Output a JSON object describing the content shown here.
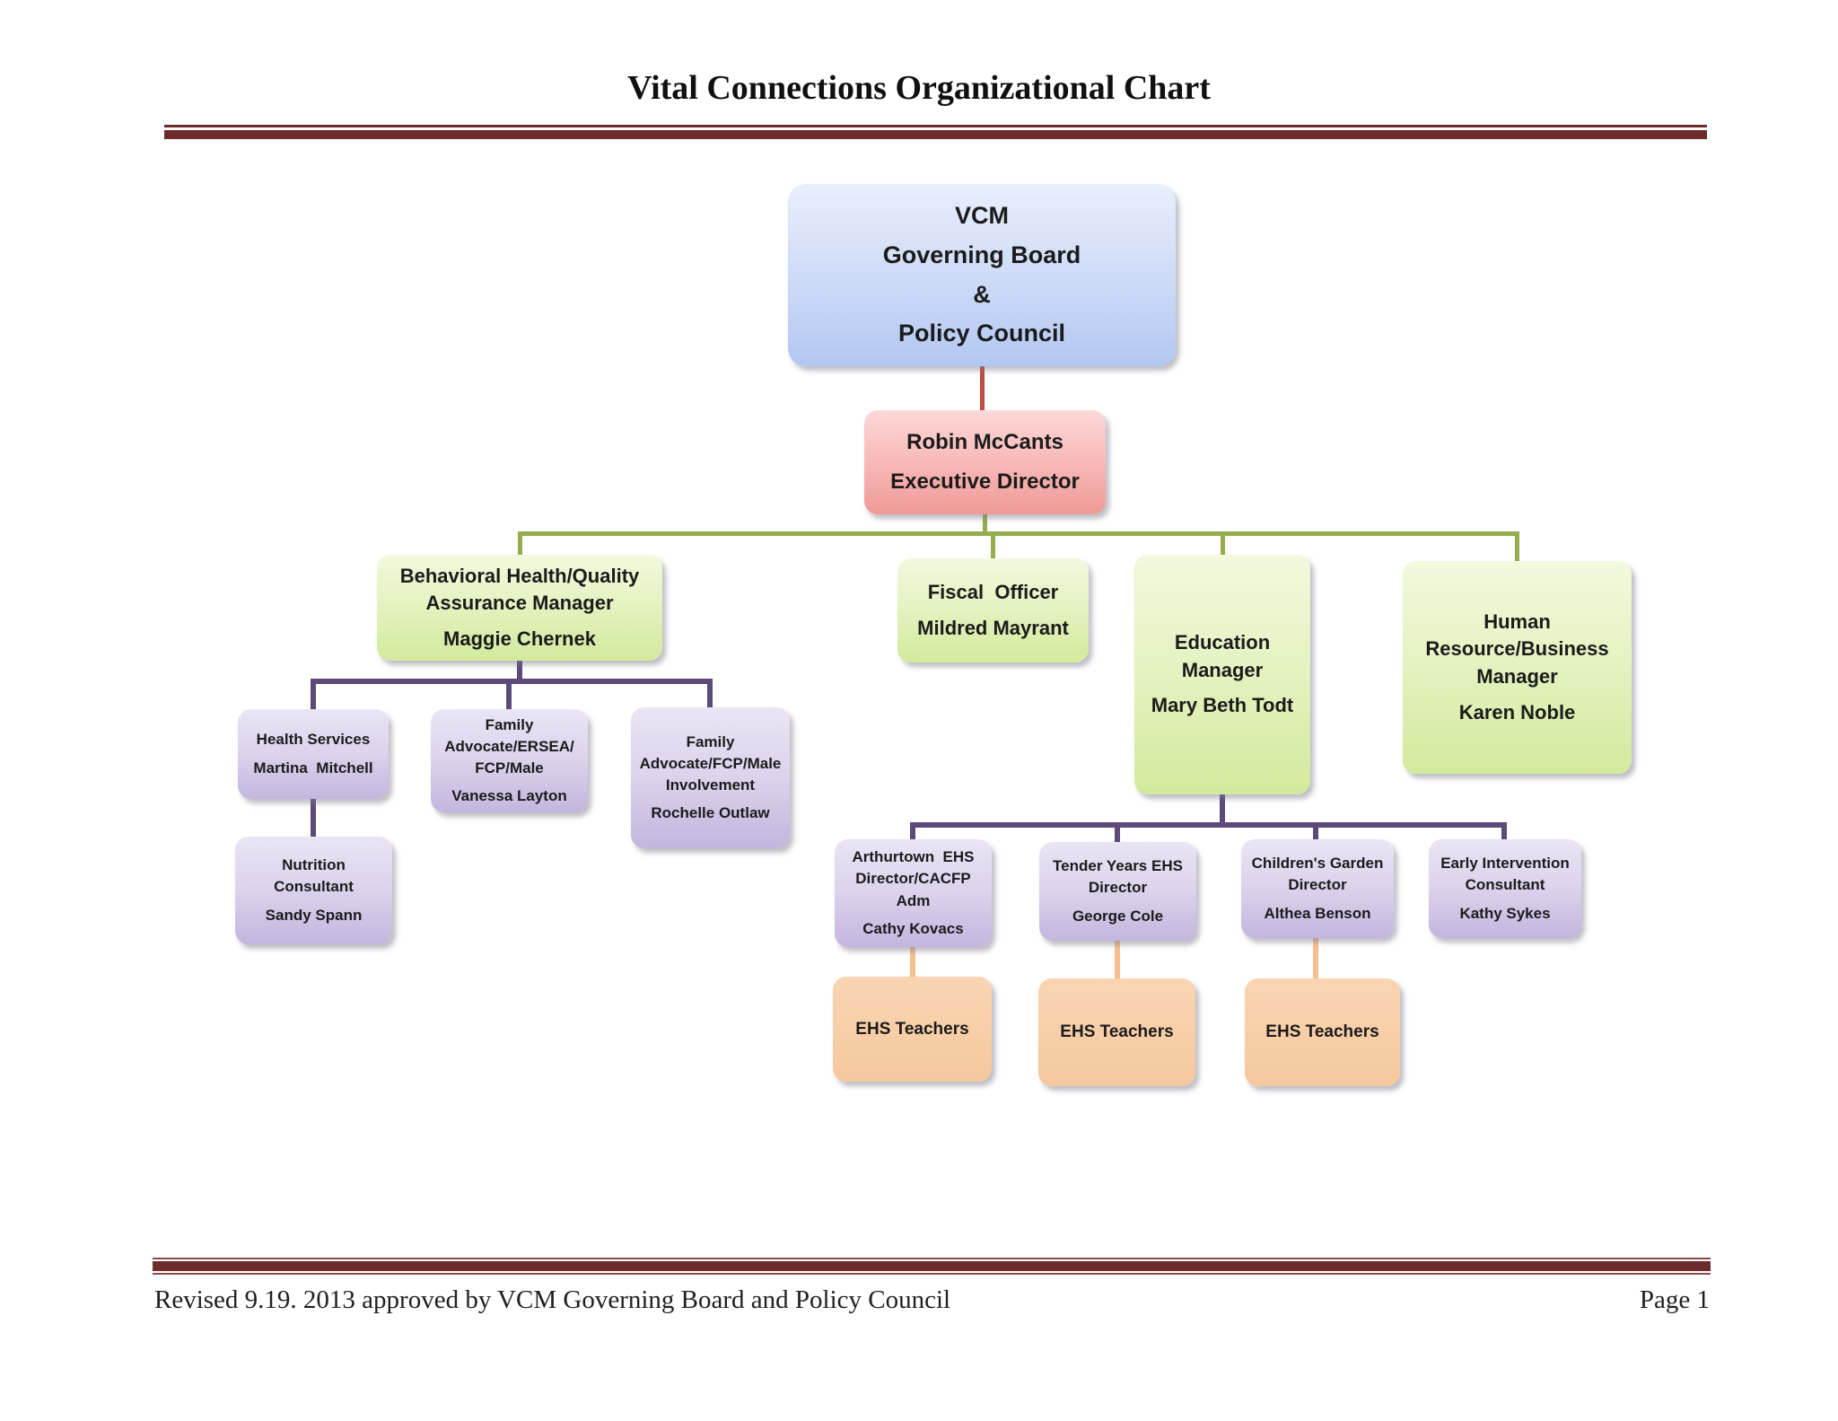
{
  "page": {
    "title": "Vital Connections Organizational Chart",
    "footer_left": "Revised 9.19. 2013 approved by VCM Governing Board and Policy Council",
    "footer_right": "Page 1"
  },
  "colors": {
    "rule": "#6d2b2b",
    "node_blue": "#b2c7f1",
    "node_pink": "#ef9a97",
    "node_green": "#d2ea9d",
    "node_purple": "#c4b5de",
    "node_orange": "#f6c89e",
    "line_red": "#bf4b47",
    "line_green": "#94ad4d",
    "line_purple": "#5d4a78",
    "line_orange": "#f6bf8e"
  },
  "nodes": {
    "board": {
      "lines": [
        "VCM",
        "Governing Board",
        "&",
        "Policy Council"
      ]
    },
    "executive": {
      "lines": [
        "Robin McCants",
        "Executive Director"
      ]
    },
    "behavioral": {
      "lines": [
        "Behavioral Health/Quality",
        "Assurance Manager",
        "Maggie Chernek"
      ]
    },
    "fiscal": {
      "lines": [
        "Fiscal  Officer",
        "Mildred Mayrant"
      ]
    },
    "education": {
      "lines": [
        "Education",
        "Manager",
        "Mary Beth Todt"
      ]
    },
    "hr": {
      "lines": [
        "Human",
        "Resource/Business",
        "Manager",
        "Karen Noble"
      ]
    },
    "health": {
      "lines": [
        "Health Services",
        "Martina  Mitchell"
      ]
    },
    "ersea": {
      "lines": [
        "Family",
        "Advocate/ERSEA/",
        "FCP/Male",
        "Vanessa Layton"
      ]
    },
    "fcp": {
      "lines": [
        "Family",
        "Advocate/FCP/Male",
        "Involvement",
        "Rochelle Outlaw"
      ]
    },
    "nutrition": {
      "lines": [
        "Nutrition",
        "Consultant",
        "Sandy Spann"
      ]
    },
    "arthurtown": {
      "lines": [
        "Arthurtown  EHS",
        "Director/CACFP",
        "Adm",
        "Cathy Kovacs"
      ]
    },
    "tender": {
      "lines": [
        "Tender Years EHS",
        "Director",
        "George Cole"
      ]
    },
    "garden": {
      "lines": [
        "Children's Garden",
        "Director",
        "Althea Benson"
      ]
    },
    "early": {
      "lines": [
        "Early Intervention",
        "Consultant",
        "Kathy Sykes"
      ]
    },
    "teachers1": {
      "lines": [
        "EHS Teachers"
      ]
    },
    "teachers2": {
      "lines": [
        "EHS Teachers"
      ]
    },
    "teachers3": {
      "lines": [
        "EHS Teachers"
      ]
    }
  },
  "edges": [
    {
      "from": "VCM Governing Board & Policy Council",
      "to": "Robin McCants Executive Director"
    },
    {
      "from": "Robin McCants Executive Director",
      "to": "Behavioral Health/Quality Assurance Manager Maggie Chernek"
    },
    {
      "from": "Robin McCants Executive Director",
      "to": "Fiscal Officer Mildred Mayrant"
    },
    {
      "from": "Robin McCants Executive Director",
      "to": "Education Manager Mary Beth Todt"
    },
    {
      "from": "Robin McCants Executive Director",
      "to": "Human Resource/Business Manager Karen Noble"
    },
    {
      "from": "Behavioral Health/Quality Assurance Manager Maggie Chernek",
      "to": "Health Services Martina Mitchell"
    },
    {
      "from": "Behavioral Health/Quality Assurance Manager Maggie Chernek",
      "to": "Family Advocate/ERSEA/FCP/Male Vanessa Layton"
    },
    {
      "from": "Behavioral Health/Quality Assurance Manager Maggie Chernek",
      "to": "Family Advocate/FCP/Male Involvement Rochelle Outlaw"
    },
    {
      "from": "Health Services Martina Mitchell",
      "to": "Nutrition Consultant Sandy Spann"
    },
    {
      "from": "Education Manager Mary Beth Todt",
      "to": "Arthurtown EHS Director/CACFP Adm Cathy Kovacs"
    },
    {
      "from": "Education Manager Mary Beth Todt",
      "to": "Tender Years EHS Director George Cole"
    },
    {
      "from": "Education Manager Mary Beth Todt",
      "to": "Children's Garden Director Althea Benson"
    },
    {
      "from": "Education Manager Mary Beth Todt",
      "to": "Early Intervention Consultant Kathy Sykes"
    },
    {
      "from": "Arthurtown EHS Director/CACFP Adm Cathy Kovacs",
      "to": "EHS Teachers"
    },
    {
      "from": "Tender Years EHS Director George Cole",
      "to": "EHS Teachers"
    },
    {
      "from": "Children's Garden Director Althea Benson",
      "to": "EHS Teachers"
    }
  ]
}
